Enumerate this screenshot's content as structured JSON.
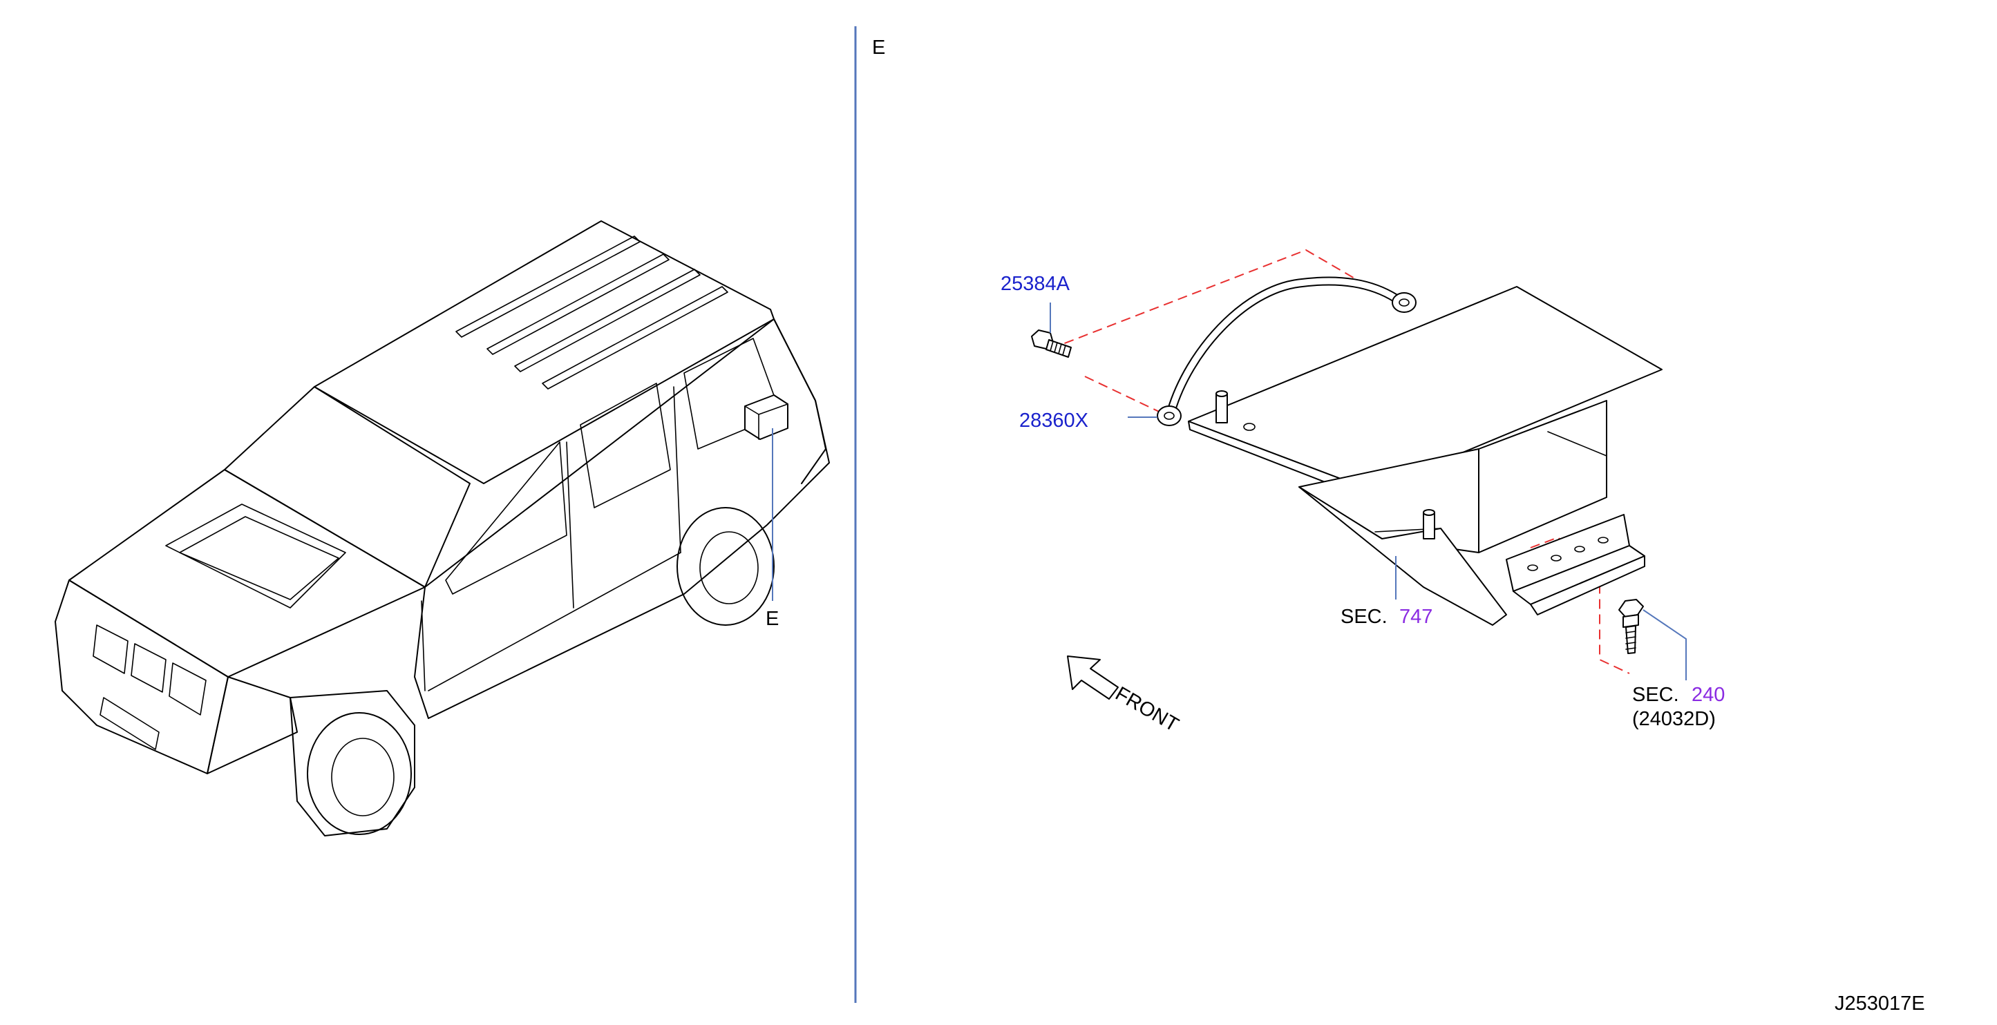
{
  "labels": {
    "panel_marker_right": "E",
    "panel_marker_left": "E",
    "part_bolt": "25384A",
    "part_cable": "28360X",
    "sec_prefix_frame": "SEC.",
    "sec_num_frame": "747",
    "sec_prefix_bolt": "SEC.",
    "sec_num_bolt": "240",
    "sec_sub_bolt": "(24032D)",
    "front": "FRONT",
    "drawing_id": "J253017E"
  },
  "colors": {
    "part_number": "#1a22cc",
    "section_number": "#8a2be2",
    "leader": "#5577bb",
    "phantom": "#e83030",
    "line": "#000000"
  }
}
